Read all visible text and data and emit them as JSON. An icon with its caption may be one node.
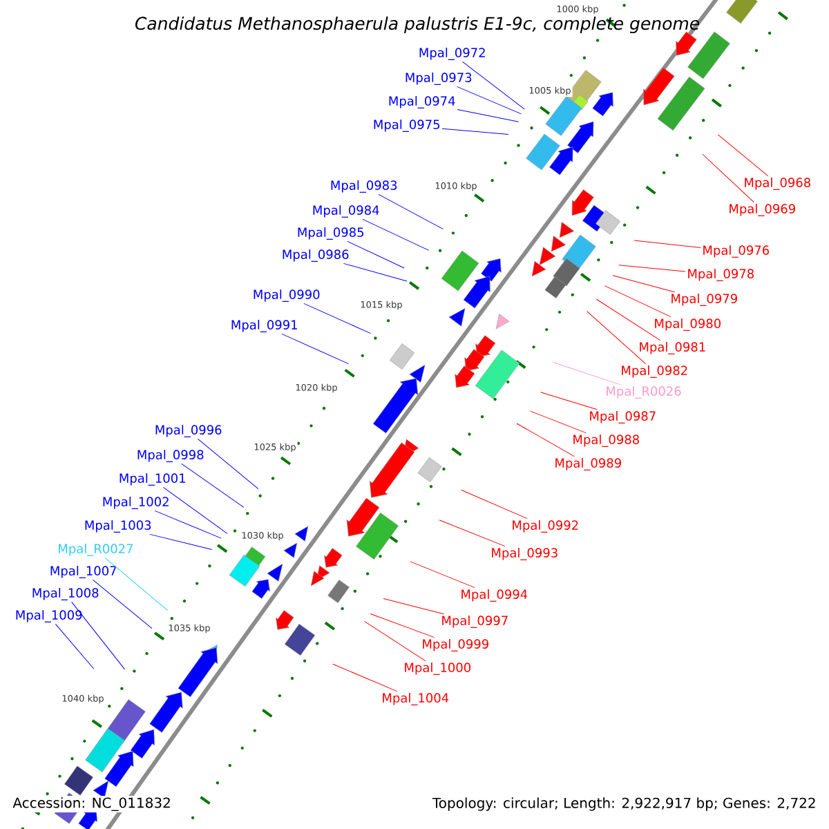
{
  "diagram": {
    "title": "Candidatus Methanosphaerula palustris E1-9c, complete genome",
    "nodes": [
      {
        "text": [
          "Mpal_0972"
        ]
      },
      {
        "text": [
          "Mpal_0973"
        ]
      },
      {
        "text": [
          "Mpal_0974"
        ]
      },
      {
        "text": [
          "Mpal_0975"
        ]
      },
      {
        "text": [
          "Mpal_0983"
        ]
      },
      {
        "text": [
          "Mpal_0984"
        ]
      },
      {
        "text": [
          "Mpal_0985"
        ]
      },
      {
        "text": [
          "Mpal_0986"
        ]
      },
      {
        "text": [
          "Mpal_0990"
        ]
      },
      {
        "text": [
          "Mpal_0991"
        ]
      },
      {
        "text": [
          "Mpal_0996"
        ]
      },
      {
        "text": [
          "Mpal_0998"
        ]
      },
      {
        "text": [
          "Mpal_1001"
        ]
      },
      {
        "text": [
          "Mpal_1002"
        ]
      },
      {
        "text": [
          "Mpal_1003"
        ]
      },
      {
        "text": [
          "Mpal_R0027"
        ]
      },
      {
        "text": [
          "Mpal_1007"
        ]
      },
      {
        "text": [
          "Mpal_1008"
        ]
      },
      {
        "text": [
          "Mpal_1009"
        ]
      },
      {
        "text": [
          "Mpal_0968"
        ]
      },
      {
        "text": [
          "Mpal_0969"
        ]
      },
      {
        "text": [
          "Mpal_0976"
        ]
      },
      {
        "text": [
          "Mpal_0978"
        ]
      },
      {
        "text": [
          "Mpal_0979"
        ]
      },
      {
        "text": [
          "Mpal_0980"
        ]
      },
      {
        "text": [
          "Mpal_0981"
        ]
      },
      {
        "text": [
          "Mpal_0982"
        ]
      },
      {
        "text": [
          "Mpal_R0026"
        ]
      },
      {
        "text": [
          "Mpal_0987"
        ]
      },
      {
        "text": [
          "Mpal_0988"
        ]
      },
      {
        "text": [
          "Mpal_0989"
        ]
      },
      {
        "text": [
          "Mpal_0992"
        ]
      },
      {
        "text": [
          "Mpal_0993"
        ]
      },
      {
        "text": [
          "Mpal_0994"
        ]
      },
      {
        "text": [
          "Mpal_0997"
        ]
      },
      {
        "text": [
          "Mpal_0999"
        ]
      },
      {
        "text": [
          "Mpal_1000"
        ]
      },
      {
        "text": [
          "Mpal_1004"
        ]
      }
    ],
    "edges": [
      {
        "from": 0,
        "to": null,
        "arrow": "none",
        "color": "#0000ff"
      },
      {
        "from": 1,
        "to": null,
        "arrow": "none",
        "color": "#0000ff"
      },
      {
        "from": 2,
        "to": null,
        "arrow": "none",
        "color": "#0000ff"
      },
      {
        "from": 3,
        "to": null,
        "arrow": "none",
        "color": "#0000ff"
      },
      {
        "from": 4,
        "to": null,
        "arrow": "none",
        "color": "#0000ff"
      },
      {
        "from": 5,
        "to": null,
        "arrow": "none",
        "color": "#0000ff"
      },
      {
        "from": 6,
        "to": null,
        "arrow": "none",
        "color": "#0000ff"
      },
      {
        "from": 7,
        "to": null,
        "arrow": "none",
        "color": "#0000ff"
      },
      {
        "from": 8,
        "to": null,
        "arrow": "none",
        "color": "#0000ff"
      },
      {
        "from": 9,
        "to": null,
        "arrow": "none",
        "color": "#0000ff"
      },
      {
        "from": 10,
        "to": null,
        "arrow": "none",
        "color": "#0000ff"
      },
      {
        "from": 11,
        "to": null,
        "arrow": "none",
        "color": "#0000ff"
      },
      {
        "from": 12,
        "to": null,
        "arrow": "none",
        "color": "#0000ff"
      },
      {
        "from": 13,
        "to": null,
        "arrow": "none",
        "color": "#0000ff"
      },
      {
        "from": 14,
        "to": null,
        "arrow": "none",
        "color": "#0000ff"
      },
      {
        "from": 15,
        "to": null,
        "arrow": "none",
        "color": "#33ccff"
      },
      {
        "from": 16,
        "to": null,
        "arrow": "none",
        "color": "#0000ff"
      },
      {
        "from": 17,
        "to": null,
        "arrow": "none",
        "color": "#0000ff"
      },
      {
        "from": 18,
        "to": null,
        "arrow": "none",
        "color": "#0000ff"
      },
      {
        "from": 19,
        "to": null,
        "arrow": "none",
        "color": "#ff0000"
      },
      {
        "from": 20,
        "to": null,
        "arrow": "none",
        "color": "#ff0000"
      },
      {
        "from": 21,
        "to": null,
        "arrow": "none",
        "color": "#ff0000"
      },
      {
        "from": 22,
        "to": null,
        "arrow": "none",
        "color": "#ff0000"
      },
      {
        "from": 23,
        "to": null,
        "arrow": "none",
        "color": "#ff0000"
      },
      {
        "from": 24,
        "to": null,
        "arrow": "none",
        "color": "#ff0000"
      },
      {
        "from": 25,
        "to": null,
        "arrow": "none",
        "color": "#ff0000"
      },
      {
        "from": 26,
        "to": null,
        "arrow": "none",
        "color": "#ff0000"
      },
      {
        "from": 27,
        "to": null,
        "arrow": "none",
        "color": "#ff99cc"
      },
      {
        "from": 28,
        "to": null,
        "arrow": "none",
        "color": "#ff0000"
      },
      {
        "from": 29,
        "to": null,
        "arrow": "none",
        "color": "#ff0000"
      },
      {
        "from": 30,
        "to": null,
        "arrow": "none",
        "color": "#ff0000"
      },
      {
        "from": 31,
        "to": null,
        "arrow": "none",
        "color": "#ff0000"
      },
      {
        "from": 32,
        "to": null,
        "arrow": "none",
        "color": "#ff0000"
      },
      {
        "from": 33,
        "to": null,
        "arrow": "none",
        "color": "#ff0000"
      },
      {
        "from": 34,
        "to": null,
        "arrow": "none",
        "color": "#ff0000"
      },
      {
        "from": 35,
        "to": null,
        "arrow": "none",
        "color": "#ff0000"
      },
      {
        "from": 36,
        "to": null,
        "arrow": "none",
        "color": "#ff0000"
      },
      {
        "from": 37,
        "to": null,
        "arrow": "none",
        "color": "#ff0000"
      }
    ],
    "labels": [
      "1000 kbp",
      "1005 kbp",
      "1010 kbp",
      "1015 kbp",
      "1020 kbp",
      "1025 kbp",
      "1030 kbp",
      "1035 kbp",
      "1040 kbp",
      "Accession: NC_011832",
      "Topology: circular; Length: 2,922,917 bp; Genes: 2,722"
    ]
  }
}
